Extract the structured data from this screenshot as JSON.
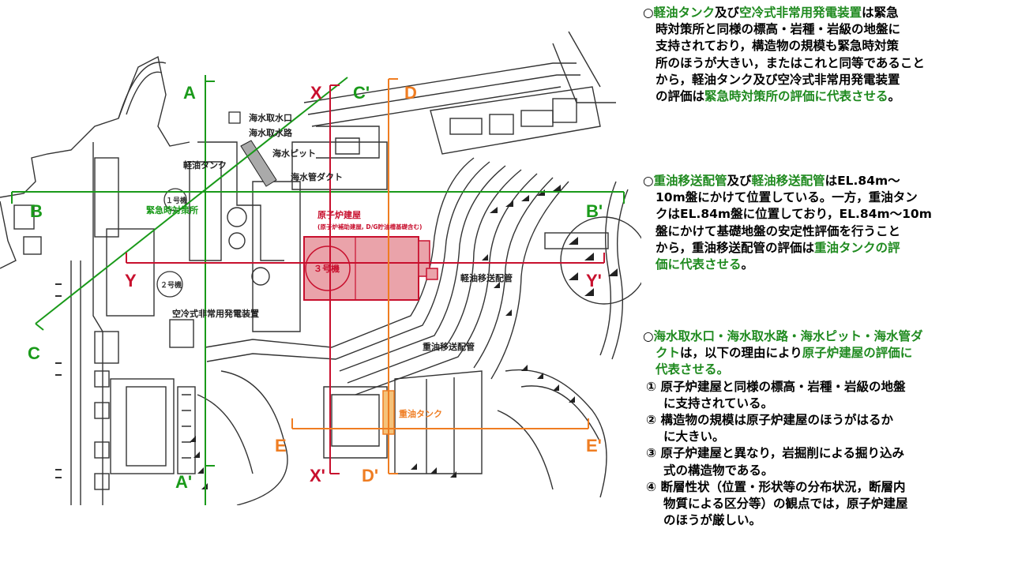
{
  "map": {
    "labels": {
      "A": "A",
      "A_prime": "A'",
      "B": "B",
      "B_prime": "B'",
      "C": "C",
      "C_prime": "C'",
      "D": "D",
      "D_prime": "D'",
      "E": "E",
      "E_prime": "E'",
      "X": "X",
      "X_prime": "X'",
      "Y": "Y",
      "Y_prime": "Y'"
    },
    "facilities": {
      "seawater_intake": "海水取水口",
      "seawater_channel": "海水取水路",
      "seawater_pit": "海水ピット",
      "seawater_duct": "海水管ダクト",
      "light_oil_tank": "軽油タンク",
      "emergency_office": "緊急時対策所",
      "reactor_building": "原子炉建屋",
      "reactor_building_note": "(原子炉補助建屋, D/G貯油槽基礎含む)",
      "unit3": "３号機",
      "unit2": "２号機",
      "unit1": "１号機",
      "light_oil_pipe": "軽油移送配管",
      "air_cooled_generator": "空冷式非常用発電装置",
      "heavy_oil_pipe": "重油移送配管",
      "heavy_oil_tank": "重油タンク"
    },
    "colors": {
      "green": "#1a9a1a",
      "red": "#c8102e",
      "orange": "#ef7d22",
      "reactor_fill": "#eaa3aa"
    }
  },
  "notes": {
    "b1": {
      "l1": [
        "○",
        "軽油タンク",
        "及び",
        "空冷式非常用発電装置",
        "は緊急"
      ],
      "l2": "時対策所と同様の標高・岩種・岩級の地盤に",
      "l3": "支持されており，構造物の規模も緊急時対策",
      "l4": "所のほうが大きい，またはこれと同等であること",
      "l5": "から，軽油タンク及び空冷式非常用発電装置",
      "l6": [
        "の評価は",
        "緊急時対策所の評価に代表させる",
        "。"
      ]
    },
    "b2": {
      "l1": [
        "○",
        "重油移送配管",
        "及び",
        "軽油移送配管",
        "はEL.84m～"
      ],
      "l2": "10m盤にかけて位置している。一方，重油タン",
      "l3": "クはEL.84m盤に位置しており，EL.84m～10m",
      "l4": "盤にかけて基礎地盤の安定性評価を行うこと",
      "l5": [
        "から，重油移送配管の評価は",
        "重油タンクの評"
      ],
      "l6": [
        "価に代表させる",
        "。"
      ]
    },
    "b3": {
      "l1": [
        "○",
        "海水取水口・海水取水路・海水ピット・海水管ダ"
      ],
      "l2": [
        "クト",
        "は，以下の理由により",
        "原子炉建屋の評価に"
      ],
      "l3": "代表させる。",
      "i1a": "① 原子炉建屋と同様の標高・岩種・岩級の地盤",
      "i1b": "に支持されている。",
      "i2a": "② 構造物の規模は原子炉建屋のほうがはるか",
      "i2b": "に大きい。",
      "i3a": "③ 原子炉建屋と異なり，岩掘削による掘り込み",
      "i3b": "式の構造物である。",
      "i4a": "④ 断層性状（位置・形状等の分布状況，断層内",
      "i4b": "物質による区分等）の観点では，原子炉建屋",
      "i4c": "のほうが厳しい。"
    }
  }
}
